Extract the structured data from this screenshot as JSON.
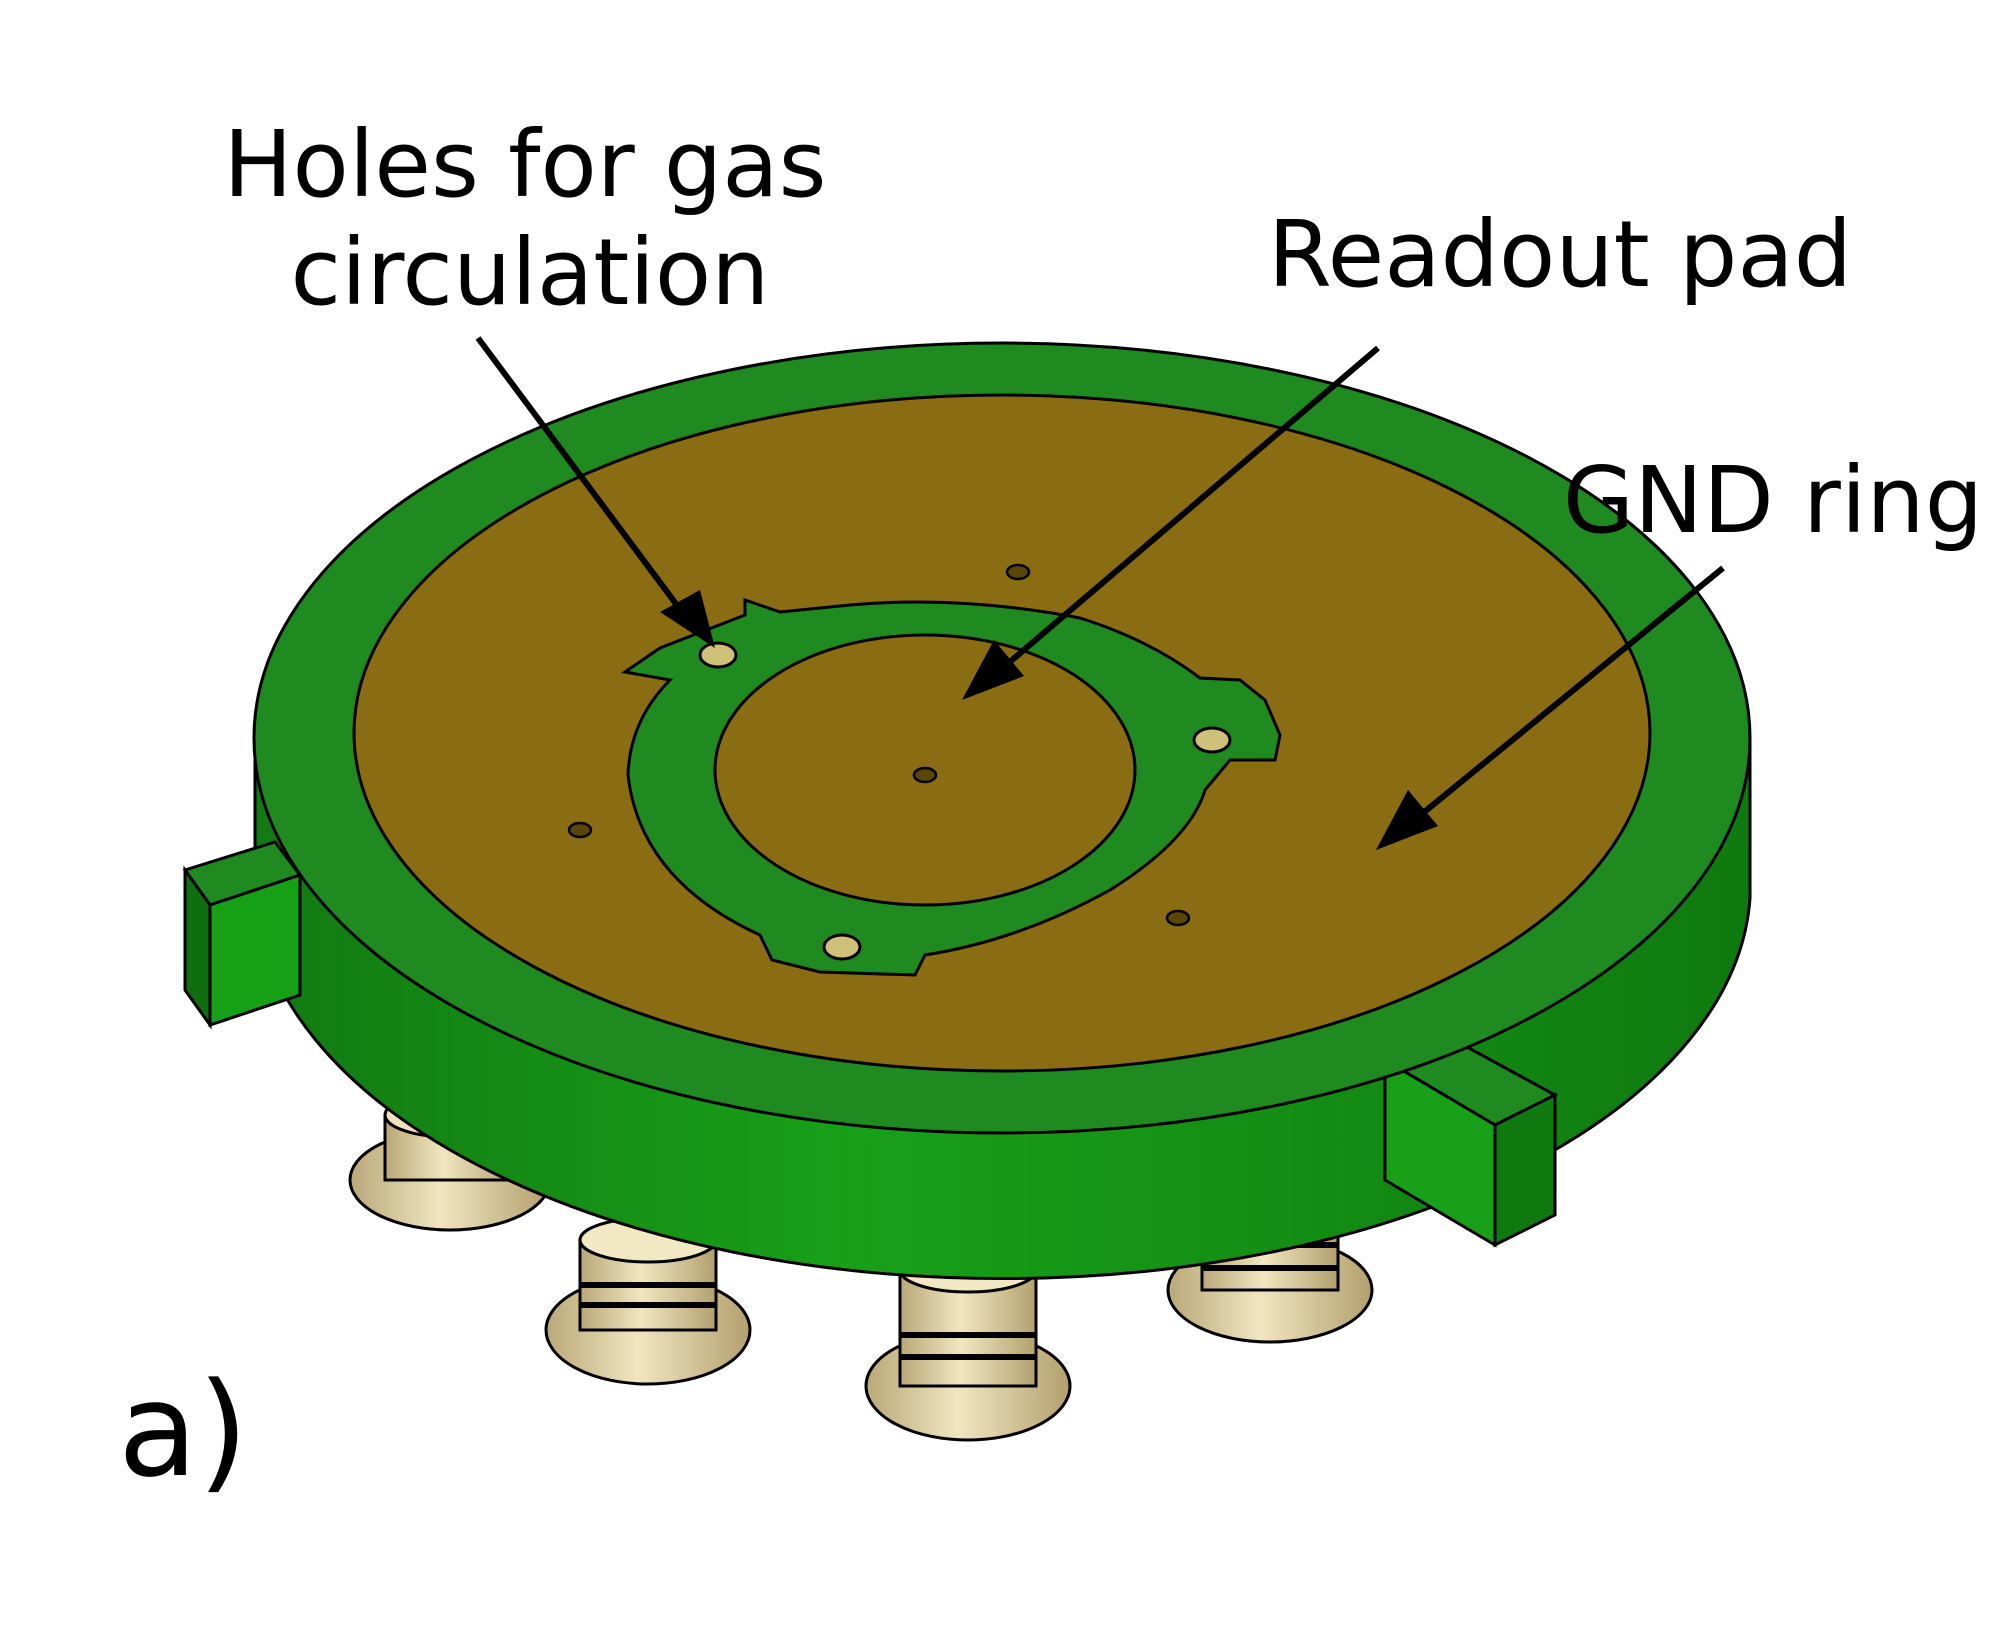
{
  "labels": {
    "holes_line1": "Holes for gas",
    "holes_line2": "circulation",
    "readout_pad": "Readout pad",
    "gnd_ring": "GND ring",
    "panel": "a)"
  },
  "colors": {
    "green_top": "#1f8a1f",
    "green_side": "#159915",
    "pad_gold": "#8a6c12",
    "connector": "#e2d3a4",
    "outline": "#000000"
  }
}
